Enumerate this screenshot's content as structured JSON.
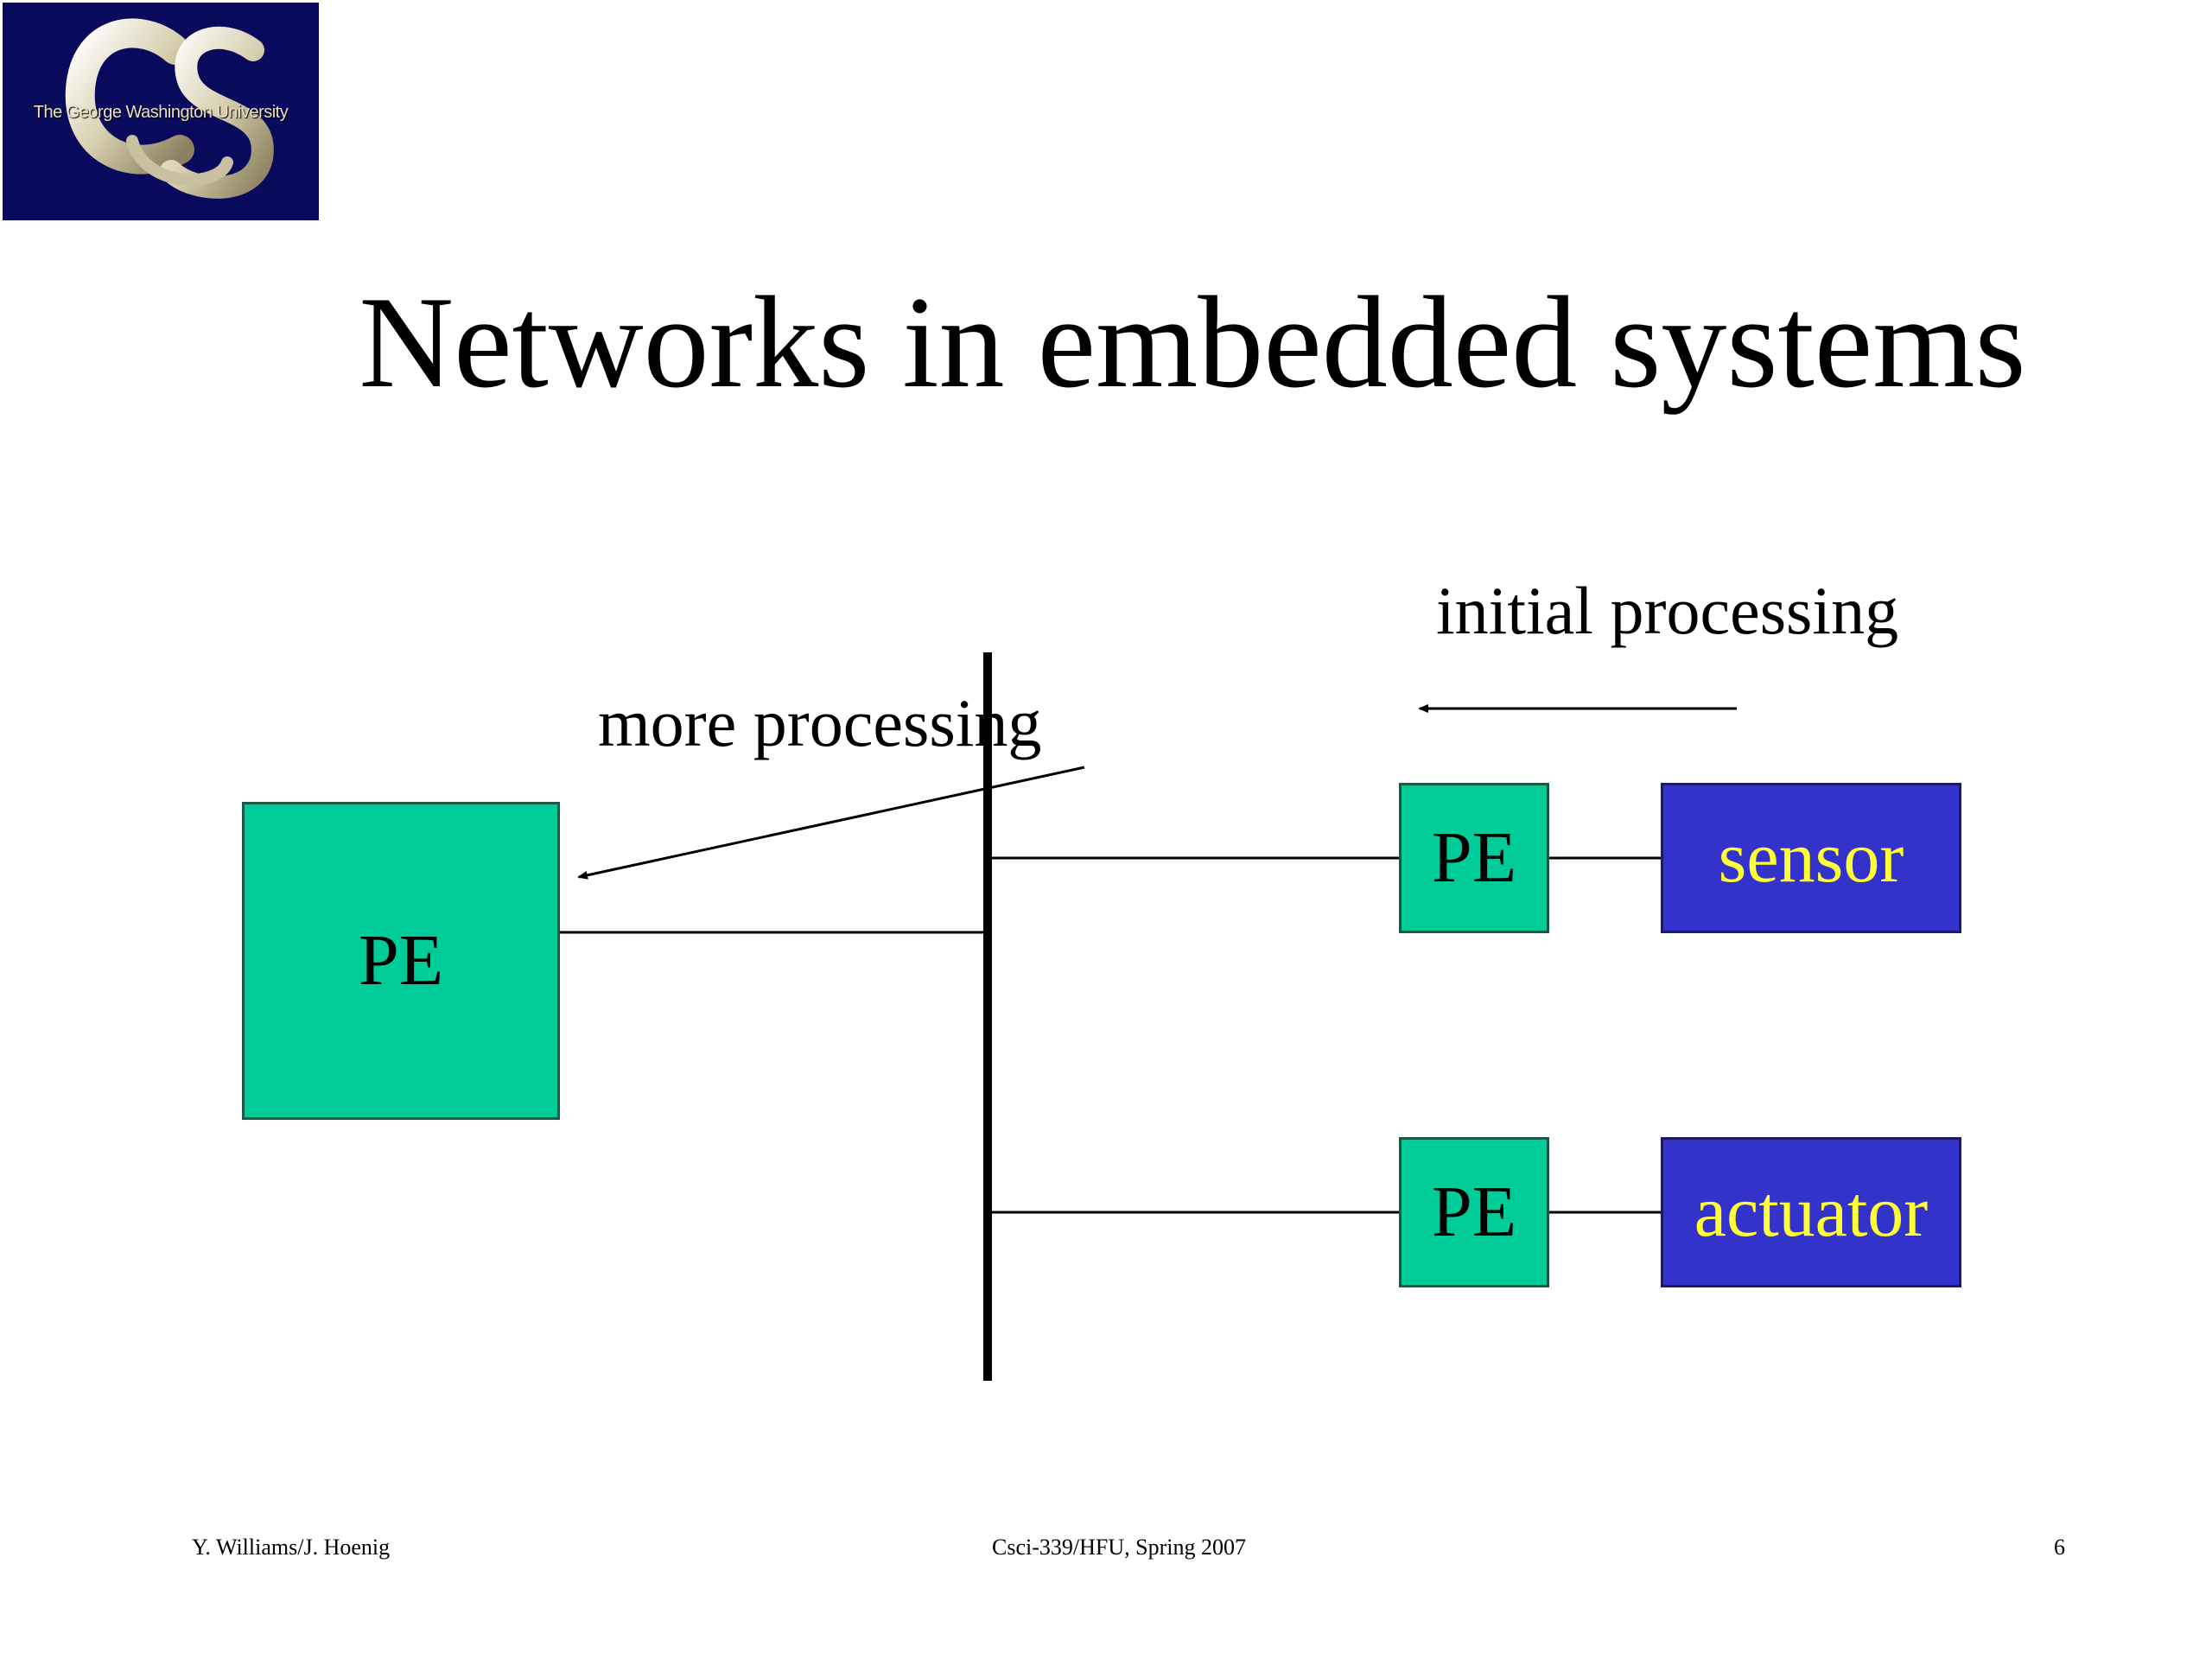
{
  "logo": {
    "text": "The George Washington University"
  },
  "title": "Networks in embedded systems",
  "labels": {
    "initial_processing": "initial processing",
    "more_processing": "more processing"
  },
  "boxes": {
    "pe_main": "PE",
    "pe_sensor": "PE",
    "pe_actuator": "PE",
    "sensor": "sensor",
    "actuator": "actuator"
  },
  "footer": {
    "left": "Y. Williams/J. Hoenig",
    "center": "Csci-339/HFU, Spring 2007",
    "page": "6"
  },
  "colors": {
    "pe_fill": "#00cc99",
    "device_fill": "#3333cc",
    "device_text": "#ffff33",
    "logo_bg": "#0a0a5c"
  }
}
